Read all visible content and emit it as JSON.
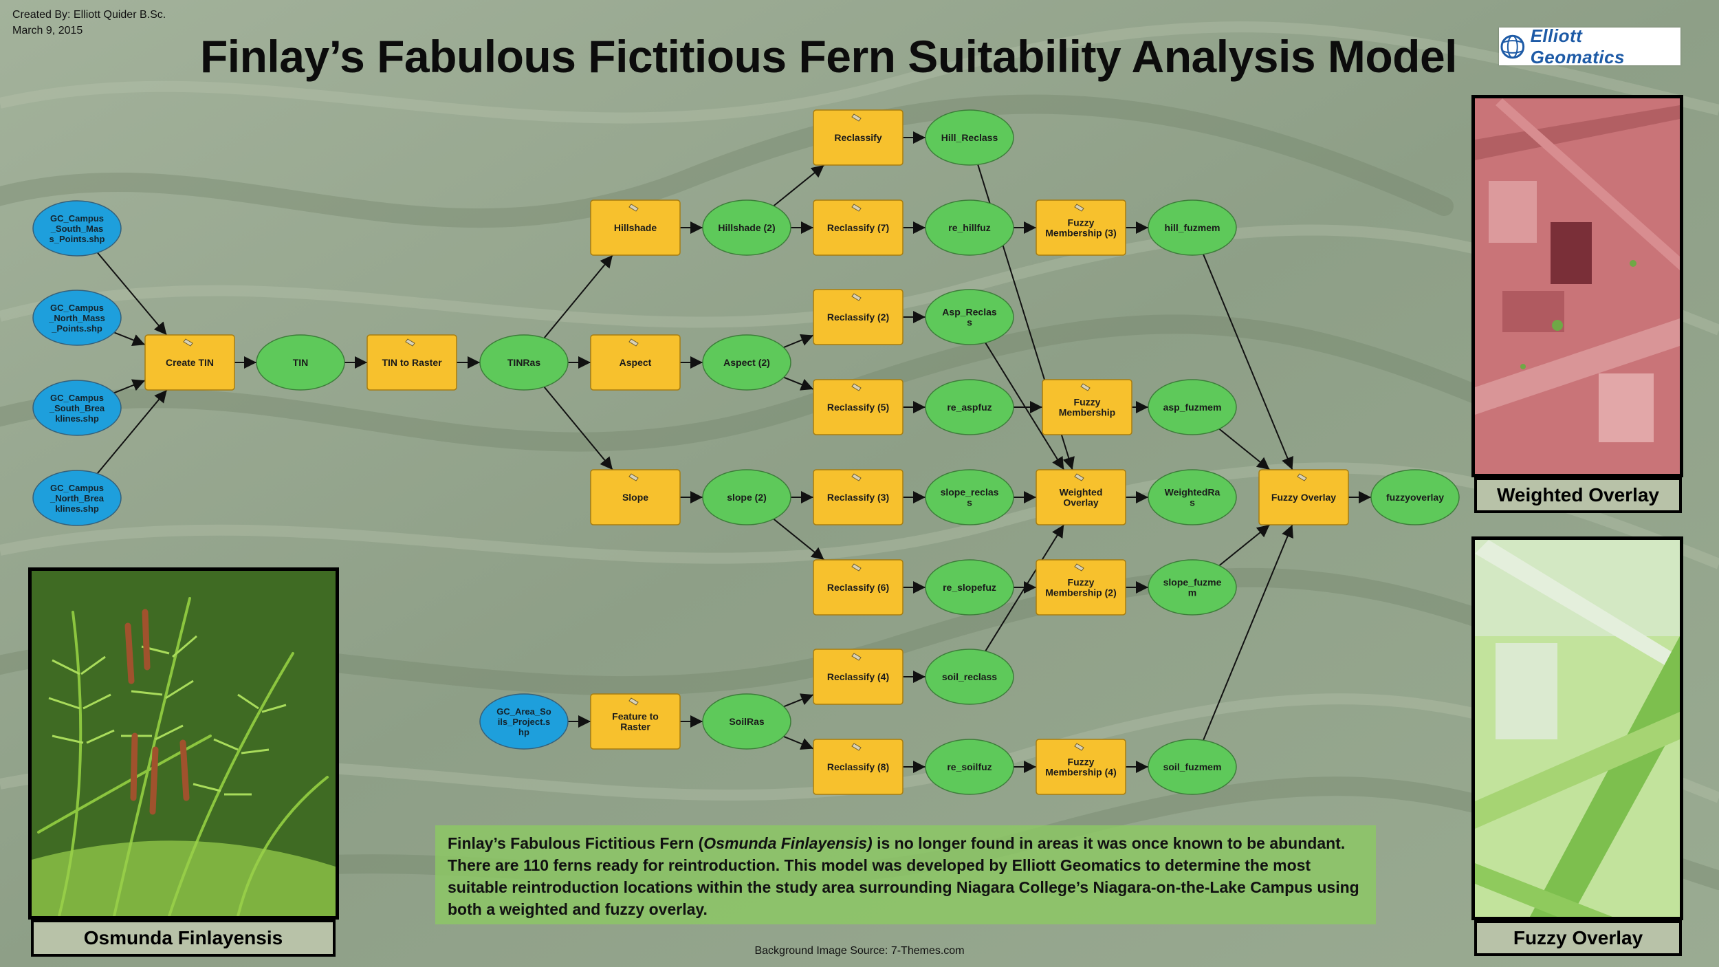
{
  "credit": {
    "author": "Created By: Elliott Quider B.Sc.",
    "date": "March 9, 2015"
  },
  "title": "Finlay’s Fabulous Fictitious Fern Suitability Analysis Model",
  "logo": {
    "text": "Elliott Geomatics"
  },
  "diagram": {
    "inputs": [
      {
        "id": "in1",
        "label": [
          "GC_Campus",
          "_South_Mas",
          "s_Points.shp"
        ]
      },
      {
        "id": "in2",
        "label": [
          "GC_Campus",
          "_North_Mass",
          "_Points.shp"
        ]
      },
      {
        "id": "in3",
        "label": [
          "GC_Campus",
          "_South_Brea",
          "klines.shp"
        ]
      },
      {
        "id": "in4",
        "label": [
          "GC_Campus",
          "_North_Brea",
          "klines.shp"
        ]
      },
      {
        "id": "in5",
        "label": [
          "GC_Area_So",
          "ils_Project.s",
          "hp"
        ]
      }
    ],
    "tools": [
      {
        "id": "createtin",
        "label": [
          "Create TIN"
        ]
      },
      {
        "id": "tin2raster",
        "label": [
          "TIN to Raster"
        ]
      },
      {
        "id": "hillshade",
        "label": [
          "Hillshade"
        ]
      },
      {
        "id": "aspect",
        "label": [
          "Aspect"
        ]
      },
      {
        "id": "slope",
        "label": [
          "Slope"
        ]
      },
      {
        "id": "reclassify",
        "label": [
          "Reclassify"
        ]
      },
      {
        "id": "reclassify7",
        "label": [
          "Reclassify (7)"
        ]
      },
      {
        "id": "reclassify2",
        "label": [
          "Reclassify (2)"
        ]
      },
      {
        "id": "reclassify5",
        "label": [
          "Reclassify (5)"
        ]
      },
      {
        "id": "reclassify3",
        "label": [
          "Reclassify (3)"
        ]
      },
      {
        "id": "reclassify6",
        "label": [
          "Reclassify (6)"
        ]
      },
      {
        "id": "reclassify4",
        "label": [
          "Reclassify (4)"
        ]
      },
      {
        "id": "reclassify8",
        "label": [
          "Reclassify (8)"
        ]
      },
      {
        "id": "feature2raster",
        "label": [
          "Feature to",
          "Raster"
        ]
      },
      {
        "id": "fuzzy3",
        "label": [
          "Fuzzy",
          "Membership (3)"
        ]
      },
      {
        "id": "fuzzy",
        "label": [
          "Fuzzy",
          "Membership"
        ]
      },
      {
        "id": "weighted",
        "label": [
          "Weighted",
          "Overlay"
        ]
      },
      {
        "id": "fuzzy2",
        "label": [
          "Fuzzy",
          "Membership (2)"
        ]
      },
      {
        "id": "fuzzy4",
        "label": [
          "Fuzzy",
          "Membership (4)"
        ]
      },
      {
        "id": "fuzzyoverlay",
        "label": [
          "Fuzzy Overlay"
        ]
      }
    ],
    "outputs": [
      {
        "id": "tin",
        "label": [
          "TIN"
        ]
      },
      {
        "id": "tinras",
        "label": [
          "TINRas"
        ]
      },
      {
        "id": "hillshade2",
        "label": [
          "Hillshade (2)"
        ]
      },
      {
        "id": "aspect2",
        "label": [
          "Aspect (2)"
        ]
      },
      {
        "id": "slope2",
        "label": [
          "slope (2)"
        ]
      },
      {
        "id": "soilras",
        "label": [
          "SoilRas"
        ]
      },
      {
        "id": "hillreclass",
        "label": [
          "Hill_Reclass"
        ]
      },
      {
        "id": "rehillfuz",
        "label": [
          "re_hillfuz"
        ]
      },
      {
        "id": "aspreclass",
        "label": [
          "Asp_Reclas",
          "s"
        ]
      },
      {
        "id": "reaspfuz",
        "label": [
          "re_aspfuz"
        ]
      },
      {
        "id": "slopereclass",
        "label": [
          "slope_reclas",
          "s"
        ]
      },
      {
        "id": "reslopefuz",
        "label": [
          "re_slopefuz"
        ]
      },
      {
        "id": "soilreclass",
        "label": [
          "soil_reclass"
        ]
      },
      {
        "id": "resoilfuz",
        "label": [
          "re_soilfuz"
        ]
      },
      {
        "id": "hillfuzmem",
        "label": [
          "hill_fuzmem"
        ]
      },
      {
        "id": "aspfuzmem",
        "label": [
          "asp_fuzmem"
        ]
      },
      {
        "id": "weightedras",
        "label": [
          "WeightedRa",
          "s"
        ]
      },
      {
        "id": "slopefuzmem",
        "label": [
          "slope_fuzme",
          "m"
        ]
      },
      {
        "id": "soilfuzmem",
        "label": [
          "soil_fuzmem"
        ]
      },
      {
        "id": "fuzzyoverlayout",
        "label": [
          "fuzzyoverlay"
        ]
      }
    ],
    "connections": [
      [
        "in1",
        "createtin"
      ],
      [
        "in2",
        "createtin"
      ],
      [
        "in3",
        "createtin"
      ],
      [
        "in4",
        "createtin"
      ],
      [
        "createtin",
        "tin"
      ],
      [
        "tin",
        "tin2raster"
      ],
      [
        "tin2raster",
        "tinras"
      ],
      [
        "tinras",
        "hillshade"
      ],
      [
        "tinras",
        "aspect"
      ],
      [
        "tinras",
        "slope"
      ],
      [
        "hillshade",
        "hillshade2"
      ],
      [
        "aspect",
        "aspect2"
      ],
      [
        "slope",
        "slope2"
      ],
      [
        "hillshade2",
        "reclassify"
      ],
      [
        "hillshade2",
        "reclassify7"
      ],
      [
        "aspect2",
        "reclassify2"
      ],
      [
        "aspect2",
        "reclassify5"
      ],
      [
        "slope2",
        "reclassify3"
      ],
      [
        "slope2",
        "reclassify6"
      ],
      [
        "in5",
        "feature2raster"
      ],
      [
        "feature2raster",
        "soilras"
      ],
      [
        "soilras",
        "reclassify4"
      ],
      [
        "soilras",
        "reclassify8"
      ],
      [
        "reclassify",
        "hillreclass"
      ],
      [
        "reclassify7",
        "rehillfuz"
      ],
      [
        "reclassify2",
        "aspreclass"
      ],
      [
        "reclassify5",
        "reaspfuz"
      ],
      [
        "reclassify3",
        "slopereclass"
      ],
      [
        "reclassify6",
        "reslopefuz"
      ],
      [
        "reclassify4",
        "soilreclass"
      ],
      [
        "reclassify8",
        "resoilfuz"
      ],
      [
        "rehillfuz",
        "fuzzy3"
      ],
      [
        "reaspfuz",
        "fuzzy"
      ],
      [
        "reslopefuz",
        "fuzzy2"
      ],
      [
        "resoilfuz",
        "fuzzy4"
      ],
      [
        "hillreclass",
        "weighted"
      ],
      [
        "aspreclass",
        "weighted"
      ],
      [
        "slopereclass",
        "weighted"
      ],
      [
        "soilreclass",
        "weighted"
      ],
      [
        "fuzzy3",
        "hillfuzmem"
      ],
      [
        "fuzzy",
        "aspfuzmem"
      ],
      [
        "weighted",
        "weightedras"
      ],
      [
        "fuzzy2",
        "slopefuzmem"
      ],
      [
        "fuzzy4",
        "soilfuzmem"
      ],
      [
        "hillfuzmem",
        "fuzzyoverlay"
      ],
      [
        "aspfuzmem",
        "fuzzyoverlay"
      ],
      [
        "slopefuzmem",
        "fuzzyoverlay"
      ],
      [
        "soilfuzmem",
        "fuzzyoverlay"
      ],
      [
        "fuzzyoverlay",
        "fuzzyoverlayout"
      ]
    ]
  },
  "panels": {
    "weighted_caption": "Weighted Overlay",
    "fuzzy_caption": "Fuzzy Overlay",
    "fern_caption": "Osmunda Finlayensis"
  },
  "description": {
    "part1": "Finlay’s Fabulous Fictitious Fern (",
    "species": "Osmunda Finlayensis)",
    "part2": " is no longer found in areas it was once known to be abundant. There are 110 ferns ready for reintroduction. This model was developed by Elliott Geomatics to determine the most suitable reintroduction locations within the study area surrounding Niagara College’s Niagara-on-the-Lake Campus using both a weighted and fuzzy overlay."
  },
  "source": "Background Image Source: 7-Themes.com",
  "colors": {
    "tool_fill": "#f7c12d",
    "output_fill": "#5ec95a",
    "input_fill": "#1e9fdc",
    "weighted_map": "#c26a6e",
    "fuzzy_map": "#b9e08f"
  }
}
